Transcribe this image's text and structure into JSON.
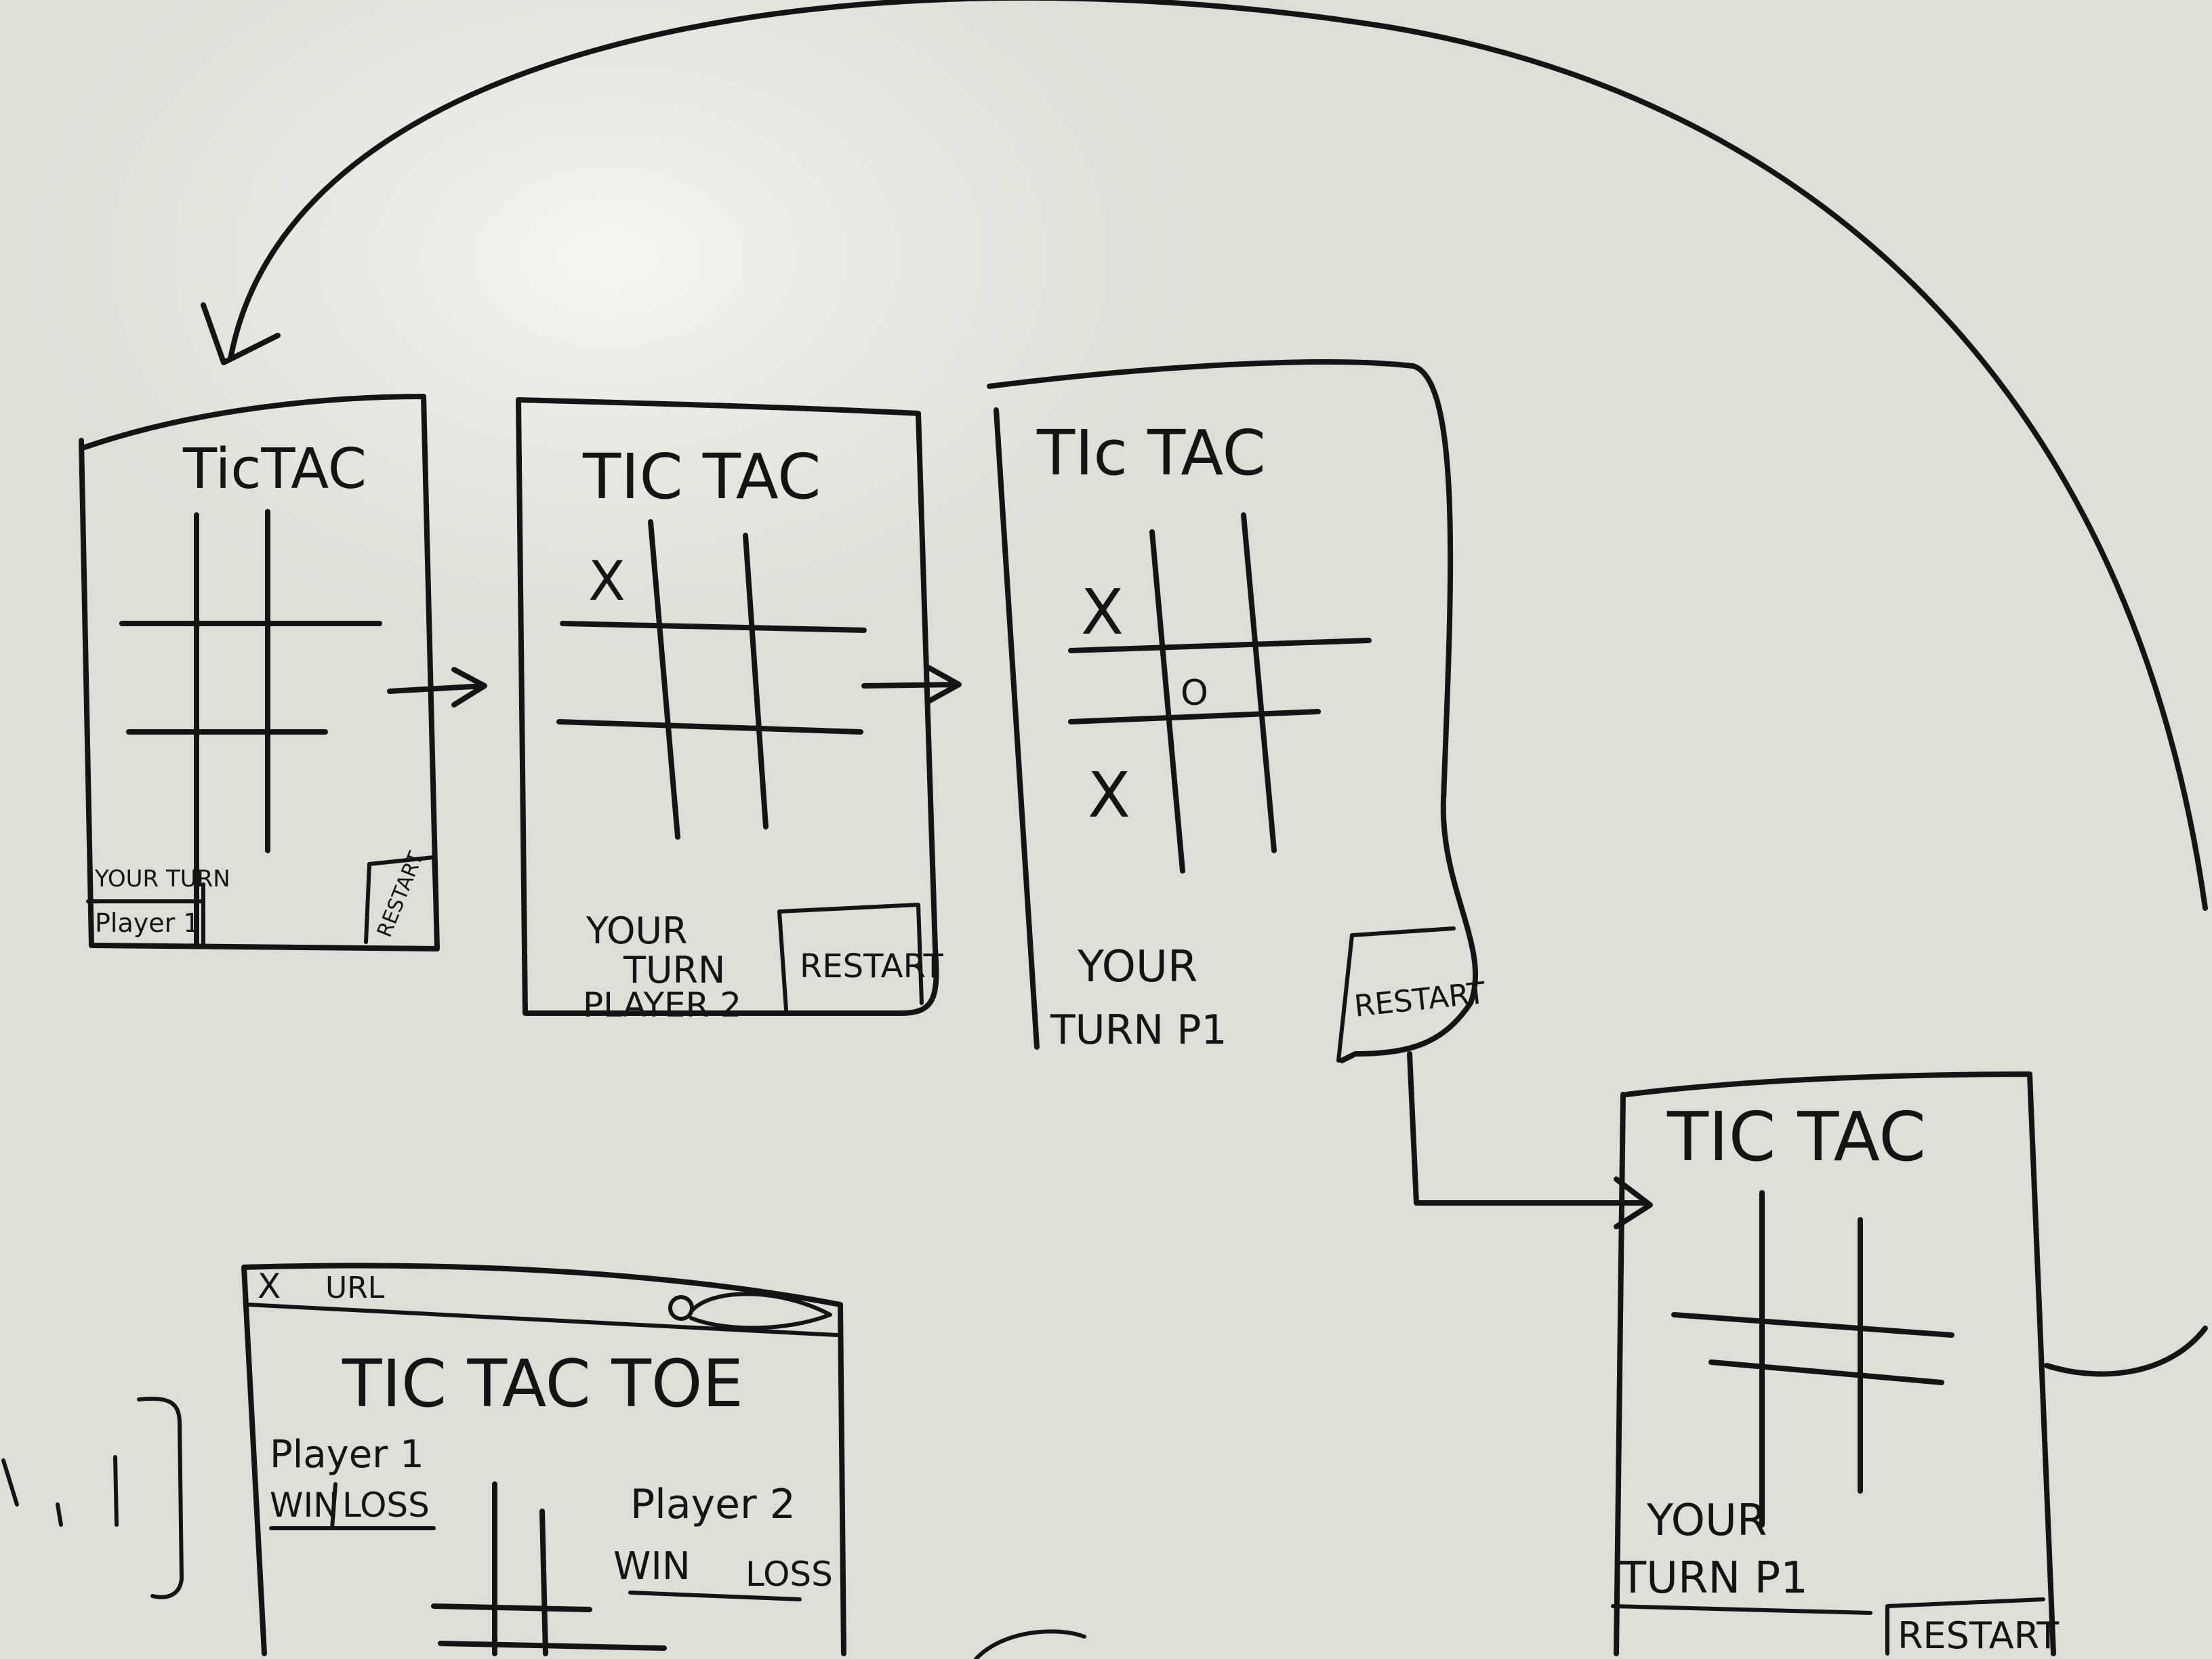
{
  "wireframes": [
    {
      "id": "frame1",
      "title": "TicTAC",
      "status": [
        "YOUR TURN",
        "Player 1"
      ],
      "marks": [],
      "restart": "RESTART"
    },
    {
      "id": "frame2",
      "title": "TIC TAC",
      "status": [
        "YOUR",
        "TURN",
        "PLAYER 2"
      ],
      "marks": [
        "X"
      ],
      "restart": "RESTART"
    },
    {
      "id": "frame3",
      "title": "TIc TAC",
      "status": [
        "YOUR",
        "TURN P1"
      ],
      "marks": [
        "X",
        "O",
        "X"
      ],
      "restart": "RESTART"
    },
    {
      "id": "frame4",
      "title": "TIC TAC",
      "status": [
        "YOUR",
        "TURN P1"
      ],
      "marks": [],
      "restart": "RESTART"
    }
  ],
  "browser": {
    "close": "X",
    "url": "URL",
    "title": "TIC TAC TOE",
    "player1": {
      "name": "Player 1",
      "record": [
        "WIN",
        "LOSS"
      ]
    },
    "player2": {
      "name": "Player 2",
      "record": [
        "WIN",
        "LOSS"
      ]
    }
  }
}
